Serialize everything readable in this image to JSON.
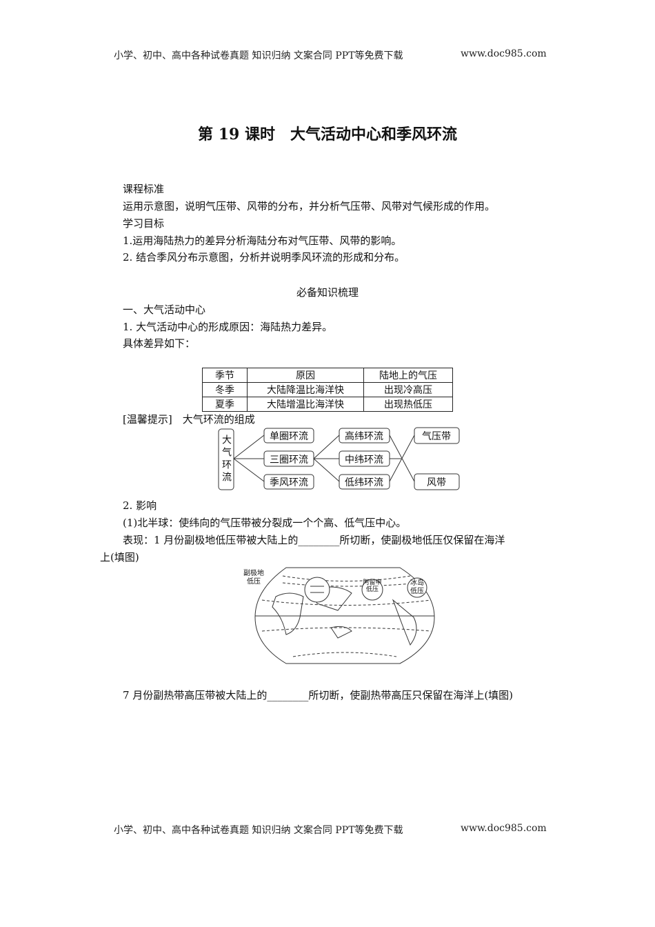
{
  "header": {
    "text": "小学、初中、高中各种试卷真题  知识归纳  文案合同  PPT等免费下载",
    "site": "www.doc985.com"
  },
  "footer": {
    "text": "小学、初中、高中各种试卷真题  知识归纳  文案合同  PPT等免费下载",
    "site": "www.doc985.com"
  },
  "title": "第 19 课时　大气活动中心和季风环流",
  "lines": [
    "课程标准",
    "运用示意图，说明气压带、风带的分布，并分析气压带、风带对气候形成的作用。",
    "学习目标",
    "1.运用海陆热力的差异分析海陆分布对气压带、风带的影响。",
    "2.  结合季风分布示意图，分析并说明季风环流的形成和分布。",
    "必备知识梳理",
    "一、大气活动中心",
    "1.  大气活动中心的形成原因：海陆热力差异。",
    "具体差异如下："
  ],
  "table": {
    "headers": [
      "季节",
      "原因",
      "陆地上的气压"
    ],
    "rows": [
      [
        "冬季",
        "大陆降温比海洋快",
        "出现冷高压"
      ],
      [
        "夏季",
        "大陆增温比海洋快",
        "出现热低压"
      ]
    ]
  },
  "tip": "[温馨提示]　大气环流的组成",
  "diagram": {
    "root": "大气环流",
    "level1": [
      "单圈环流",
      "三圈环流",
      "季风环流"
    ],
    "level2": [
      "高纬环流",
      "中纬环流",
      "低纬环流"
    ],
    "level3": [
      "气压带",
      "风带"
    ]
  },
  "influence": {
    "heading": "2.  影响",
    "p1": "(1)北半球：使纬向的气压带被分裂成一个个高、低气压中心。",
    "p2a": "表现：1 月份副极地低压带被大陆上的________所切断，使副极地低压仅保留在海洋",
    "p2b": "上(填图)",
    "p3": "7 月份副热带高压带被大陆上的________所切断，使副热带高压只保留在海洋上(填图)"
  },
  "map": {
    "labels": [
      "副极地低压",
      "阿留申低压",
      "冰岛低压"
    ]
  }
}
